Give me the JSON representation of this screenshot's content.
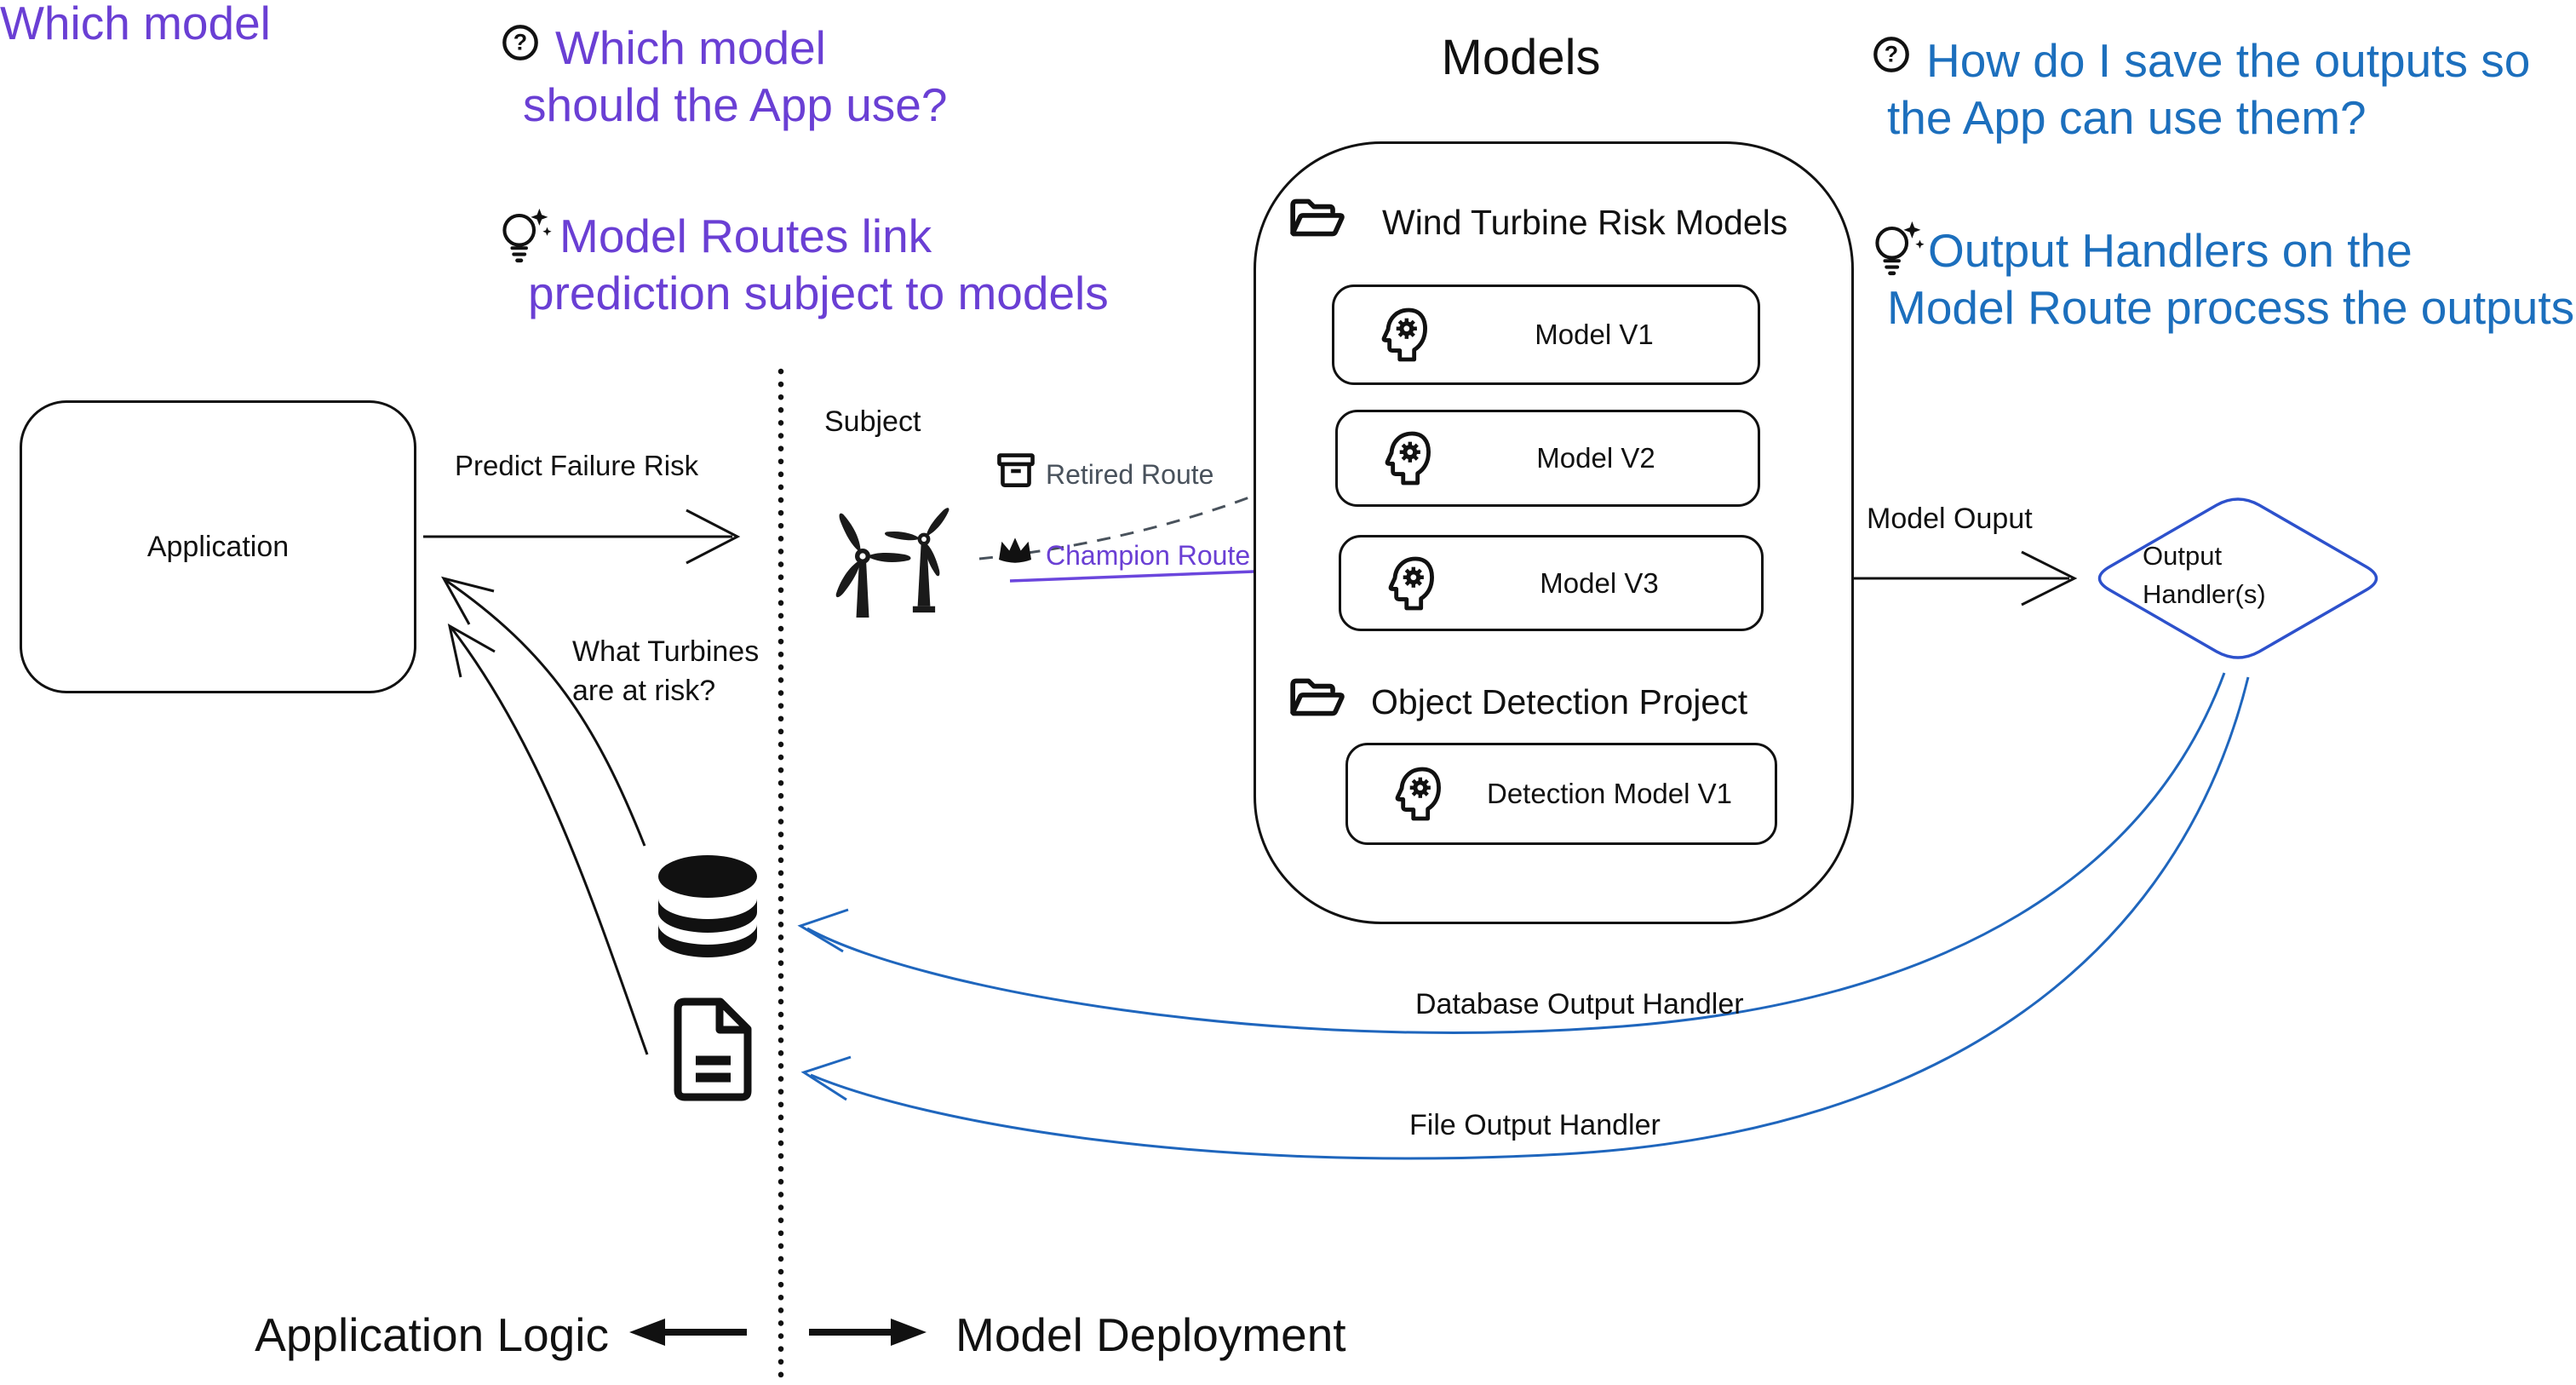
{
  "colors": {
    "purple": "#6a3fd4",
    "blue_text": "#1c6fbd",
    "diamond_blue": "#2d51cc",
    "curve_blue": "#1f66bd",
    "retired_gray": "#49525c",
    "ink": "#111111"
  },
  "annotations": {
    "q_left": {
      "icon": "circle-question-icon",
      "lines": [
        "Which model",
        "should the App use?"
      ]
    },
    "tip_left": {
      "icon": "lightbulb-sparkle-icon",
      "lines": [
        "Model Routes link",
        "prediction subject to models"
      ]
    },
    "q_right": {
      "icon": "circle-question-icon",
      "lines": [
        "How do I save the outputs so",
        "the App can use them?"
      ]
    },
    "tip_right": {
      "icon": "lightbulb-sparkle-icon",
      "lines": [
        "Output Handlers on the",
        "Model Route process the outputs"
      ]
    }
  },
  "application": {
    "label": "Application"
  },
  "flow_labels": {
    "predict": "Predict Failure Risk",
    "subject": "Subject",
    "retired_route": "Retired Route",
    "champion_route": "Champion Route",
    "what_turbines": [
      "What Turbines",
      "are at risk?"
    ],
    "model_output": "Model Ouput",
    "database_handler": "Database Output Handler",
    "file_handler": "File Output Handler"
  },
  "models_panel": {
    "title": "Models",
    "folders": [
      {
        "name": "Wind Turbine Risk Models",
        "models": [
          "Model V1",
          "Model V2",
          "Model V3"
        ]
      },
      {
        "name": "Object Detection Project",
        "models": [
          "Detection Model V1"
        ]
      }
    ]
  },
  "output_handler": {
    "lines": [
      "Output",
      "Handler(s)"
    ]
  },
  "footer": {
    "left": "Application Logic",
    "right": "Model Deployment"
  }
}
